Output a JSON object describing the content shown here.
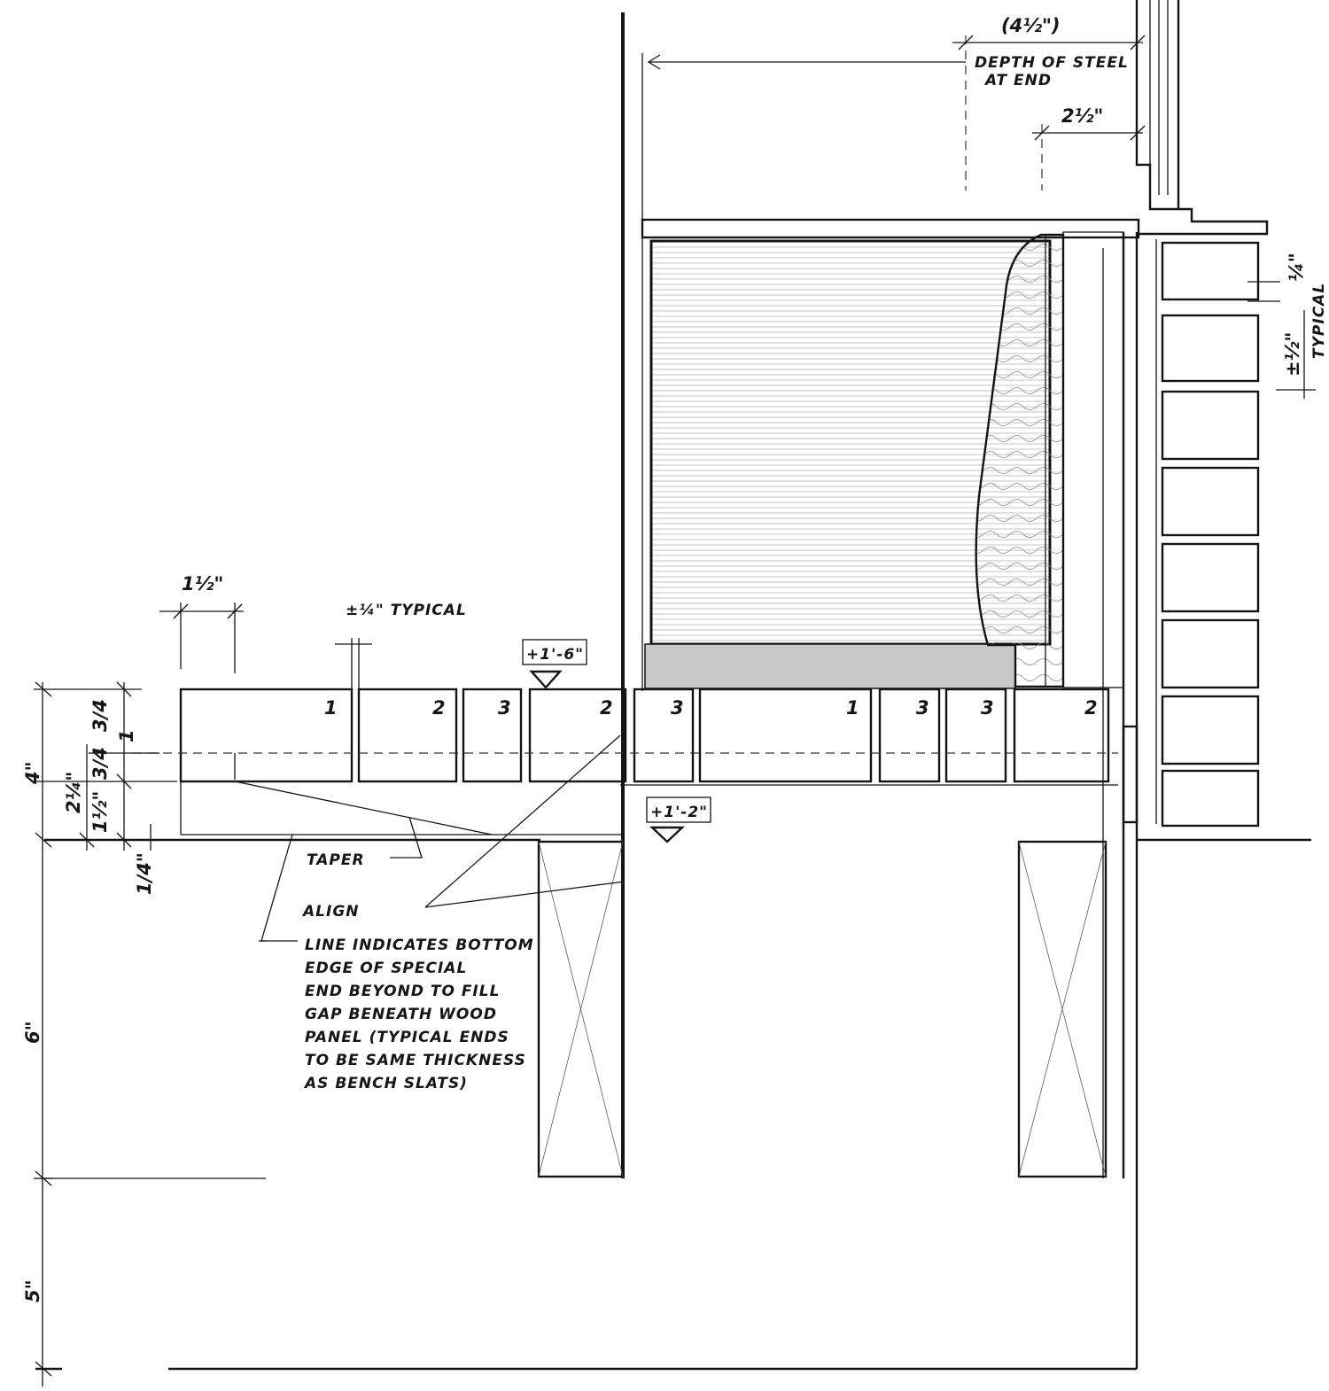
{
  "dimensions": {
    "top_4_half": "(4½\")",
    "top_2_half": "2½\"",
    "right_quarter": "¼\"",
    "right_1_half": "±½\"",
    "right_typical": "TYPICAL",
    "slat_1_half": "1½\"",
    "gap_typical": "±¼\" TYPICAL",
    "elev_1_6": "+1'-6\"",
    "elev_1_2": "+1'-2\"",
    "left_4": "4\"",
    "left_2_quarter": "2¼\"",
    "left_1_half": "1½\"",
    "left_3_quarter": "3/4",
    "left_3_4b": "3/4",
    "left_1": "1",
    "left_quarter": "1/4\"",
    "left_6": "6\"",
    "left_5": "5\""
  },
  "notes": {
    "depth_line1": "DEPTH OF STEEL",
    "depth_line2": "AT END",
    "taper": "TAPER",
    "align": "ALIGN",
    "bottom_edge": [
      "LINE INDICATES BOTTOM",
      "EDGE OF SPECIAL",
      "END BEYOND TO FILL",
      "GAP BENEATH WOOD",
      "PANEL (TYPICAL ENDS",
      "TO BE SAME THICKNESS",
      "AS BENCH SLATS)"
    ]
  },
  "slats": [
    "1",
    "2",
    "3",
    "2",
    "3",
    "1",
    "3",
    "3",
    "2"
  ]
}
